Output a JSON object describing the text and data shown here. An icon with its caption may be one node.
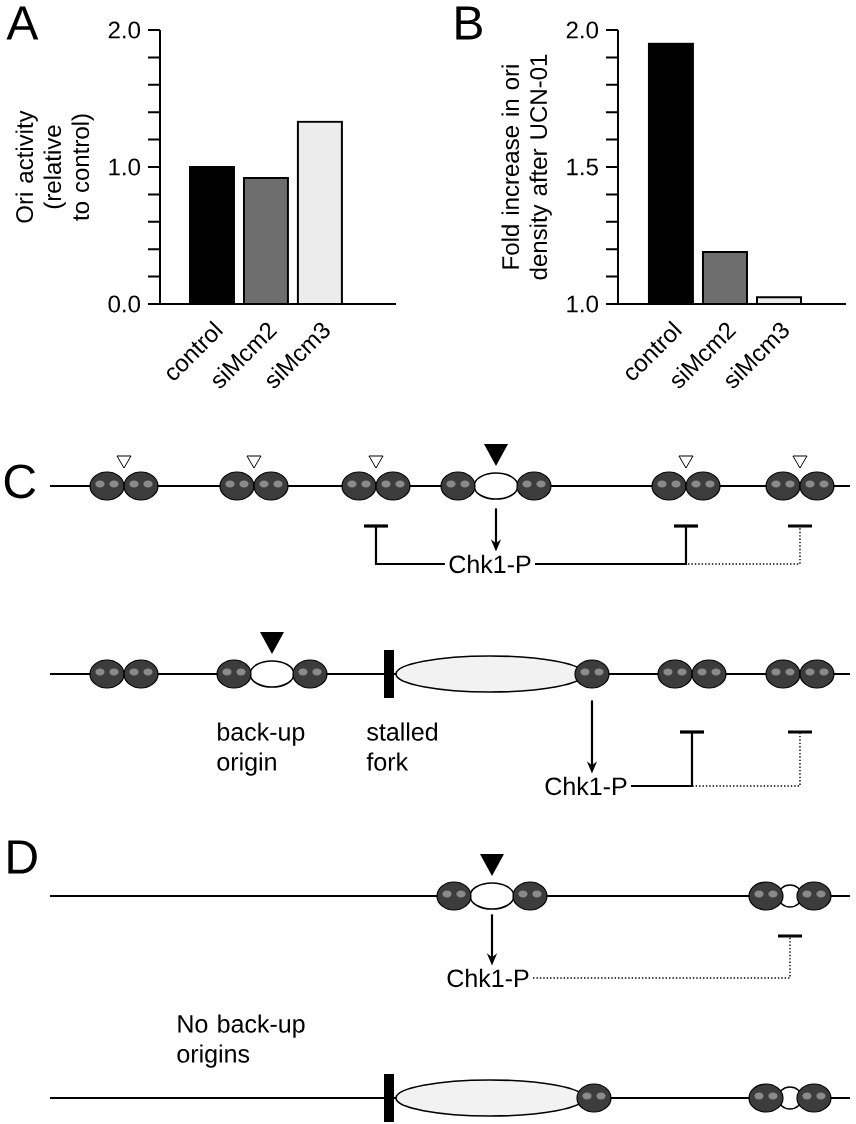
{
  "diagram": {
    "nodes": [
      {
        "text": [],
        "shape": "picture"
      },
      {
        "text": [],
        "shape": "picture"
      },
      {
        "text": [],
        "shape": "picture"
      },
      {
        "text": [],
        "shape": "picture"
      },
      {
        "text": [
          "Chk1-P"
        ]
      },
      {
        "text": [],
        "shape": "picture"
      },
      {
        "text": [],
        "shape": "picture"
      },
      {
        "text": [],
        "shape": "picture"
      },
      {
        "text": [
          "Chk1-P"
        ]
      },
      {
        "text": [],
        "shape": "picture"
      },
      {
        "text": [],
        "shape": "picture"
      },
      {
        "text": [
          "Chk1-P"
        ]
      }
    ],
    "edges": [
      {
        "from": 1,
        "to": 4,
        "arrow": "to"
      },
      {
        "from": 4,
        "to": 0,
        "arrow": "other"
      },
      {
        "from": 4,
        "to": 2,
        "arrow": "other"
      },
      {
        "from": 4,
        "to": 3,
        "arrow": "other",
        "style": "dashed"
      },
      {
        "from": 5,
        "to": 8,
        "arrow": "to"
      },
      {
        "from": 8,
        "to": 6,
        "arrow": "other"
      },
      {
        "from": 8,
        "to": 7,
        "arrow": "other",
        "style": "dashed"
      },
      {
        "from": 9,
        "to": 11,
        "arrow": "to"
      },
      {
        "from": 11,
        "to": 10,
        "arrow": "other",
        "style": "dashed"
      }
    ],
    "labels": [
      "A",
      "B",
      "C",
      "back-up origin",
      "stalled fork",
      "D",
      "No back-up origins"
    ],
    "chart_data": [
      {
        "type": "bar",
        "ylabel": "Ori activity (relative to control)",
        "categories": [
          "control",
          "siMcm2",
          "siMcm3"
        ],
        "series": [
          {
            "values": [
              1.0,
              0.92,
              1.33
            ],
            "colors": [
              "#000000",
              "#6e6e6e",
              "#ececec"
            ]
          }
        ],
        "ylim": [
          0,
          2
        ],
        "yticks": [
          {
            "value": 0,
            "label": "0.0"
          },
          {
            "value": 1,
            "label": "1.0"
          },
          {
            "value": 2,
            "label": "2.0"
          }
        ]
      },
      {
        "type": "bar",
        "ylabel": "Fold increase in ori density after UCN-01",
        "categories": [
          "control",
          "siMcm2",
          "siMcm3"
        ],
        "series": [
          {
            "values": [
              1.95,
              1.19,
              1.025
            ],
            "colors": [
              "#000000",
              "#6e6e6e",
              "#ececec"
            ]
          }
        ],
        "ylim": [
          1,
          2
        ],
        "yticks": [
          {
            "value": 1,
            "label": "1.0"
          },
          {
            "value": 1.5,
            "label": "1.5"
          },
          {
            "value": 2,
            "label": "2.0"
          }
        ]
      }
    ]
  }
}
